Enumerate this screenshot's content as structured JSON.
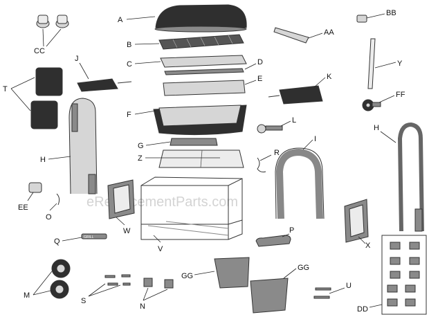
{
  "watermark": "eReplacementParts.com",
  "labels": {
    "A": "A",
    "B": "B",
    "C": "C",
    "D": "D",
    "E": "E",
    "F": "F",
    "G": "G",
    "H_left": "H",
    "H_right": "H",
    "I": "I",
    "J": "J",
    "K": "K",
    "L": "L",
    "M": "M",
    "N": "N",
    "O": "O",
    "P": "P",
    "Q": "Q",
    "R": "R",
    "S": "S",
    "T": "T",
    "U": "U",
    "V": "V",
    "W": "W",
    "X": "X",
    "Y": "Y",
    "Z": "Z",
    "AA": "AA",
    "BB": "BB",
    "CC": "CC",
    "DD": "DD",
    "EE": "EE",
    "FF": "FF",
    "GG_left": "GG",
    "GG_right": "GG"
  },
  "grill_lid_text": "GRILL"
}
